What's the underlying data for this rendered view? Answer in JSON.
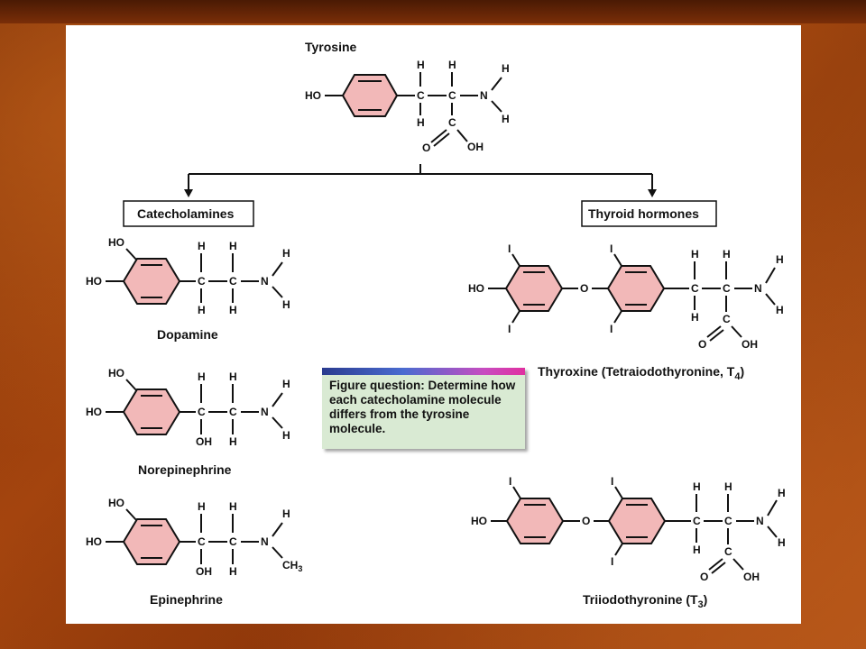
{
  "diagram": {
    "tyrosine": {
      "title": "Tyrosine",
      "atoms": {
        "ho": "HO",
        "c": "C",
        "h": "H",
        "n": "N",
        "o": "O",
        "oh": "OH"
      }
    },
    "categories": {
      "left": "Catecholamines",
      "right": "Thyroid hormones"
    },
    "molecules": {
      "dopamine": "Dopamine",
      "norepinephrine": "Norepinephrine",
      "epinephrine": "Epinephrine",
      "thyroxine": "Thyroxine (Tetraiodothyronine, T",
      "thyroxine_sub": "4",
      "thyroxine_close": ")",
      "triiodothyronine": "Triiodothyronine (T",
      "triiodothyronine_sub": "3",
      "triiodothyronine_close": ")"
    },
    "atoms": {
      "ho": "HO",
      "oh": "OH",
      "c": "C",
      "h": "H",
      "n": "N",
      "o": "O",
      "i": "I",
      "ch3": "CH",
      "ch3_sub": "3"
    },
    "figure_question": "Figure question: Determine how each catecholamine molecule differs from the tyrosine molecule."
  },
  "colors": {
    "ring_fill": "#f2b8b8",
    "question_box": "#d9ead3",
    "background_orange": "#a8480f"
  }
}
